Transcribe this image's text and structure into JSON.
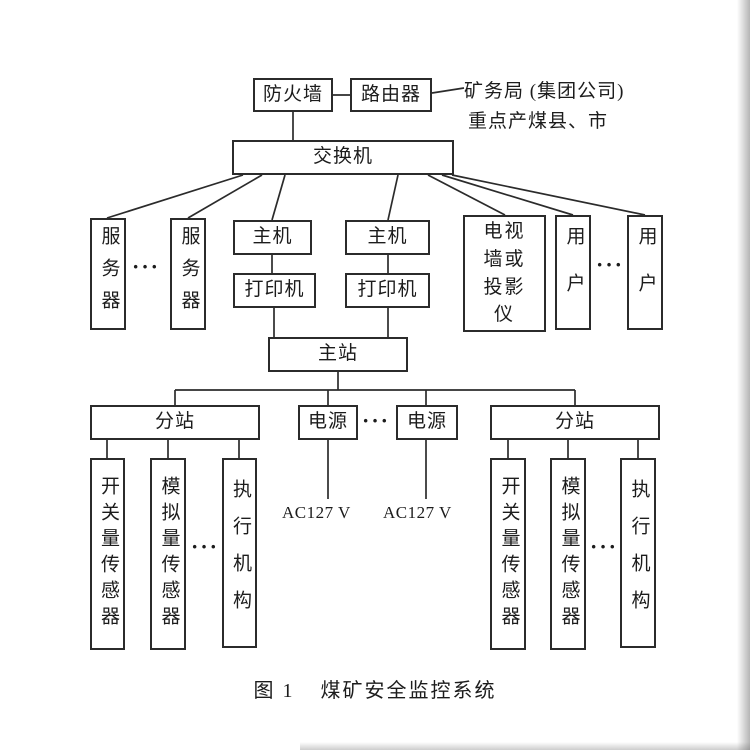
{
  "colors": {
    "ink": "#2b2b2b",
    "background": "#ffffff"
  },
  "top": {
    "firewall": "防火墙",
    "router": "路由器",
    "dest_line1": "矿务局 (集团公司)",
    "dest_line2": "重点产煤县、市",
    "switch": "交换机"
  },
  "row": {
    "server_left": "服务器",
    "server_dots": "···",
    "server_right": "服务器",
    "host_left": "主机",
    "printer_left": "打印机",
    "host_right": "主机",
    "printer_right": "打印机",
    "tv_wall": "电视墙或投影仪",
    "user_left": "用户",
    "user_dots": "···",
    "user_right": "用户"
  },
  "middle": {
    "main_station": "主站",
    "substation_left": "分站",
    "power_left": "电源",
    "power_dots": "···",
    "power_right": "电源",
    "substation_right": "分站",
    "ac_left": "AC127 V",
    "ac_right": "AC127 V"
  },
  "bottom_left": {
    "switch_sensor": "开关量传感器",
    "analog_sensor": "模拟量传感器",
    "dots": "···",
    "actuator": "执行机构"
  },
  "bottom_right": {
    "switch_sensor": "开关量传感器",
    "analog_sensor": "模拟量传感器",
    "dots": "···",
    "actuator": "执行机构"
  },
  "caption": {
    "label": "图 1",
    "title": "煤矿安全监控系统"
  }
}
